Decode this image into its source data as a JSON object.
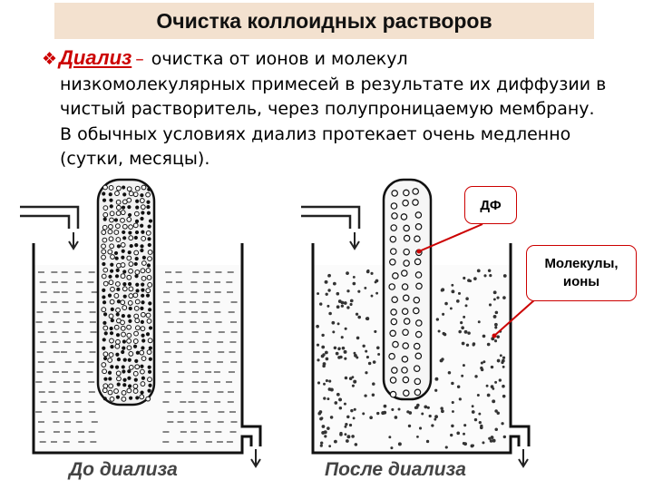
{
  "title": "Очистка коллоидных растворов",
  "definition": {
    "bullet": "❖",
    "term": "Диализ",
    "dash": "–",
    "lines": [
      "очистка от ионов и молекул",
      "низкомолекулярных примесей в результате их диффузии в",
      "чистый растворитель, через полупроницаемую мембрану.",
      "В обычных условиях диализ протекает очень медленно",
      "(сутки, месяцы)."
    ]
  },
  "labels": {
    "df": "ДФ",
    "molecules_line1": "Молекулы,",
    "molecules_line2": "ионы"
  },
  "captions": {
    "before": "До диализа",
    "after": "После диализа"
  },
  "colors": {
    "accent": "#cc0000",
    "title_bg": "#f3e1cf"
  }
}
